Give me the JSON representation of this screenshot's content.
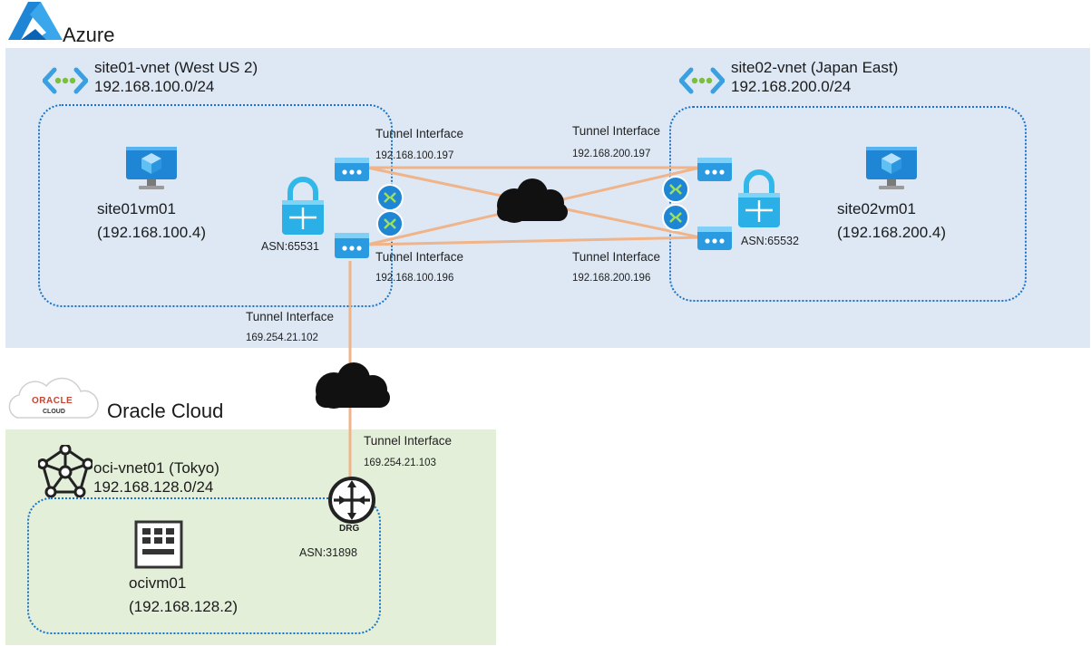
{
  "clouds": {
    "azure": {
      "name": "Azure"
    },
    "oracle": {
      "name": "Oracle Cloud",
      "logo_text": "ORACLE",
      "logo_subtext": "CLOUD"
    }
  },
  "vnets": {
    "site01": {
      "name": "site01-vnet (West US 2)",
      "cidr": "192.168.100.0/24"
    },
    "site02": {
      "name": "site02-vnet (Japan East)",
      "cidr": "192.168.200.0/24"
    },
    "oci": {
      "name": "oci-vnet01 (Tokyo)",
      "cidr": "192.168.128.0/24"
    }
  },
  "vms": {
    "site01": {
      "name": "site01vm01",
      "ip": "(192.168.100.4)"
    },
    "site02": {
      "name": "site02vm01",
      "ip": "(192.168.200.4)"
    },
    "oci": {
      "name": "ocivm01",
      "ip": "(192.168.128.2)"
    }
  },
  "gateways": {
    "site01": {
      "asn": "ASN:65531"
    },
    "site02": {
      "asn": "ASN:65532"
    },
    "drg": {
      "label": "DRG",
      "asn": "ASN:31898"
    }
  },
  "tunnels": {
    "label": "Tunnel Interface",
    "site01_a": "192.168.100.197",
    "site01_b": "192.168.100.196",
    "site02_a": "192.168.200.197",
    "site02_b": "192.168.200.196",
    "azure_to_oci": "169.254.21.102",
    "oci_to_azure": "169.254.21.103"
  },
  "colors": {
    "azure_bg": "#dde8f4",
    "oracle_bg": "#e3efd9",
    "tunnel_line": "#f0b48a",
    "vnet_border": "#1a73c8",
    "azure_icon": "#3aa0e0",
    "oracle_red": "#c74634"
  }
}
